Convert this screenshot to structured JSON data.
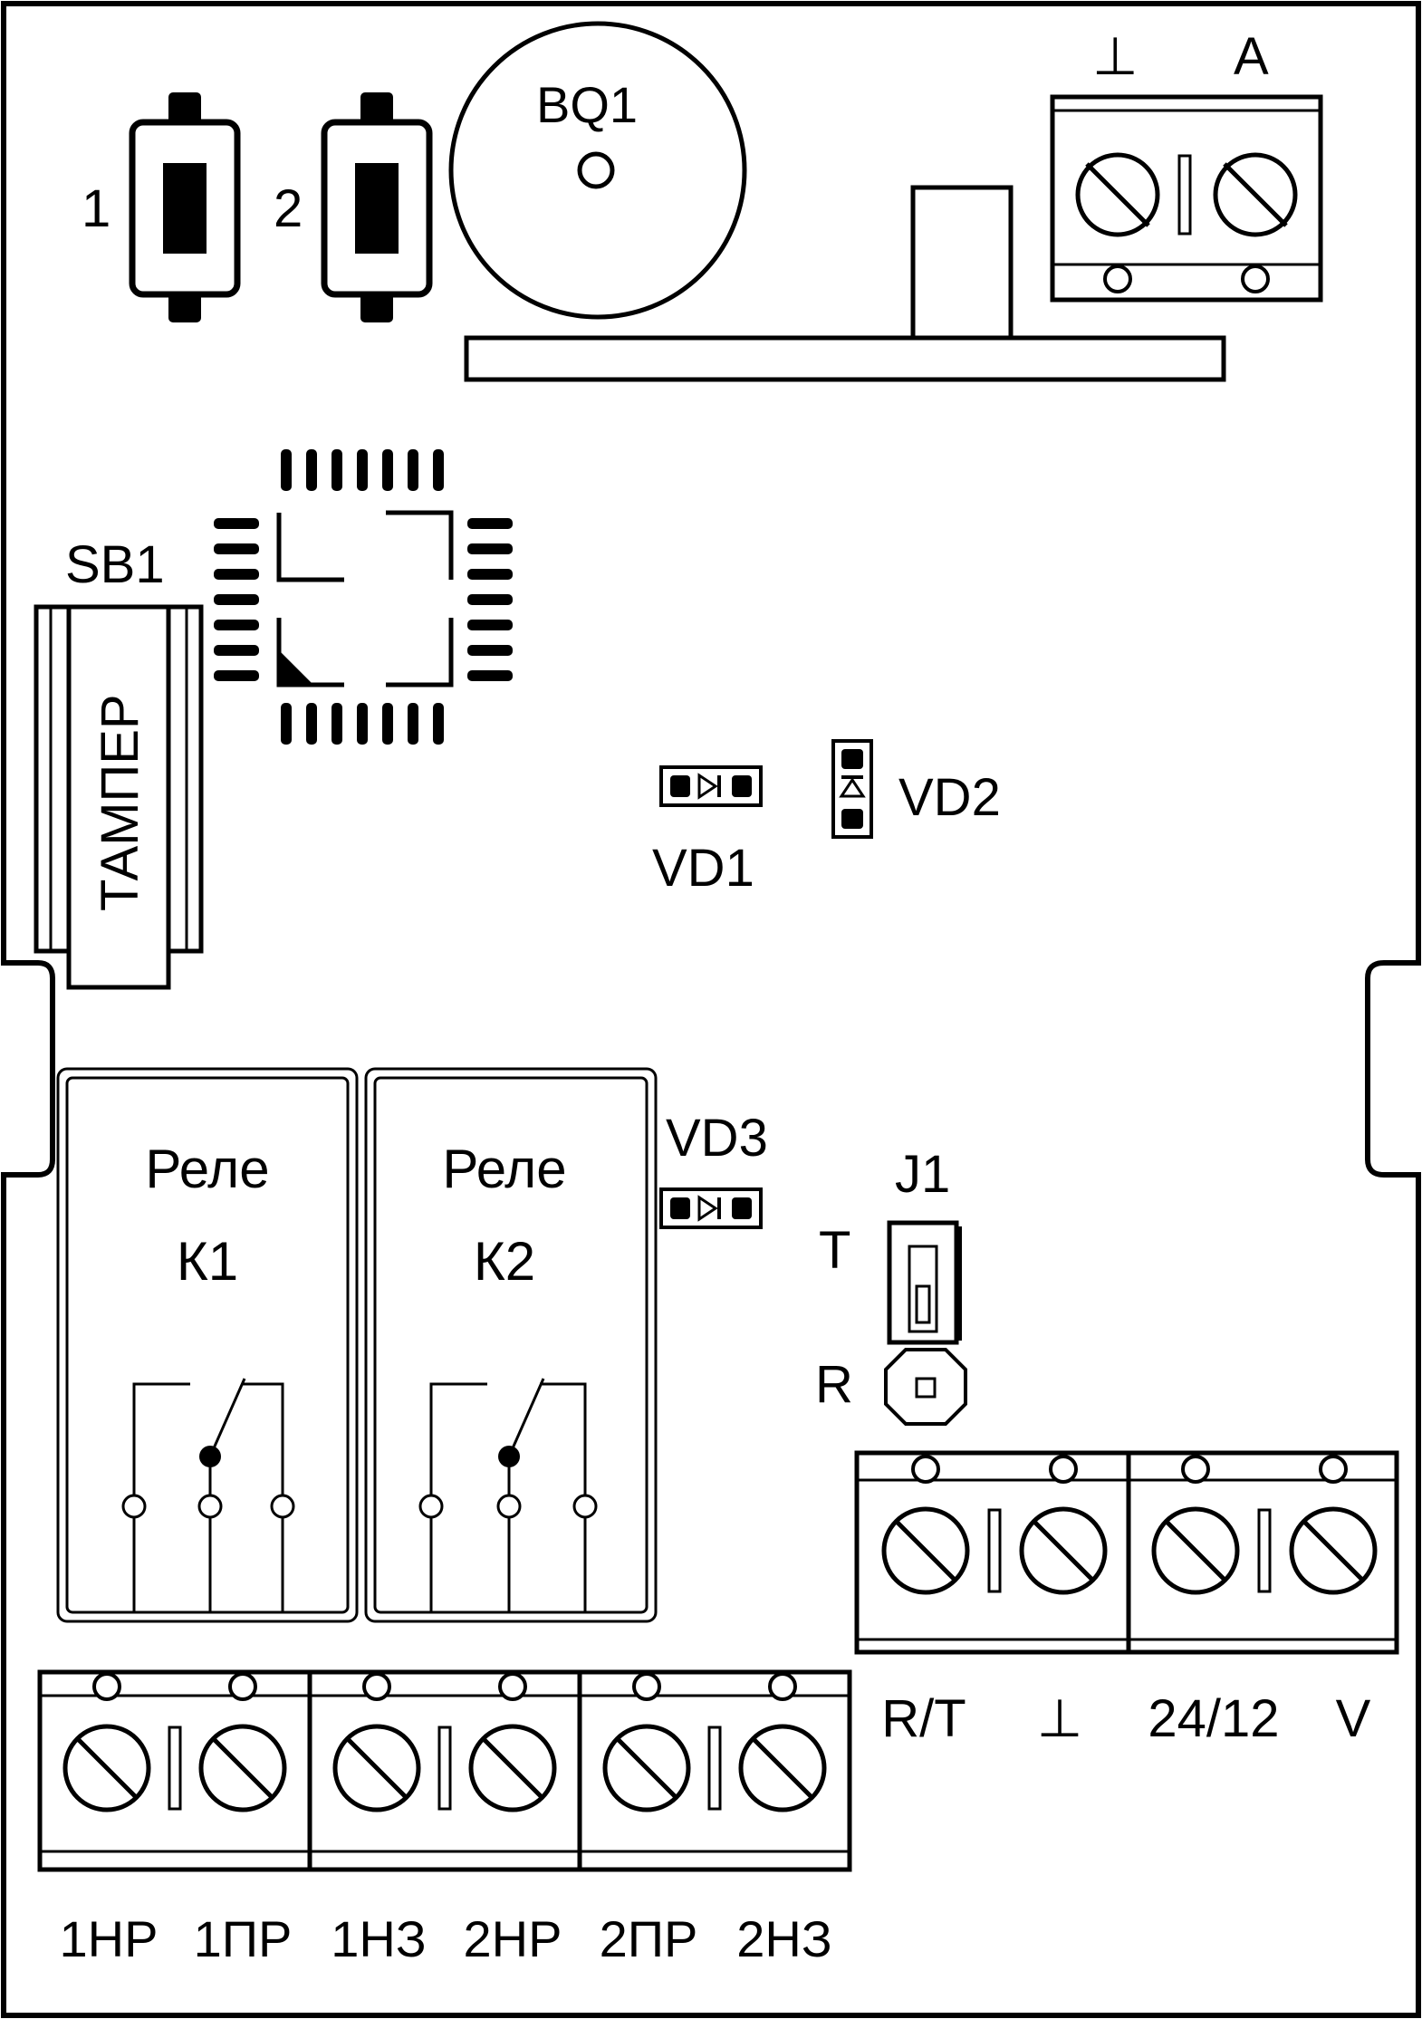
{
  "buttons": {
    "btn1": "1",
    "btn2": "2"
  },
  "buzzer": {
    "label": "BQ1"
  },
  "top_terminal": {
    "labels": [
      "⊥",
      "A"
    ]
  },
  "tamper": {
    "ref": "SB1",
    "text": "ТАМПЕР"
  },
  "leds": {
    "vd1": "VD1",
    "vd2": "VD2",
    "vd3": "VD3"
  },
  "relays": [
    {
      "line1": "Реле",
      "line2": "К1"
    },
    {
      "line1": "Реле",
      "line2": "К2"
    }
  ],
  "jumper": {
    "ref": "J1",
    "top": "T",
    "bottom": "R"
  },
  "power_terminals": {
    "labels": [
      "R/T",
      "⊥",
      "24/12",
      "V"
    ]
  },
  "relay_terminals": {
    "labels": [
      "1НР",
      "1ПР",
      "1НЗ",
      "2НР",
      "2ПР",
      "2НЗ"
    ]
  }
}
